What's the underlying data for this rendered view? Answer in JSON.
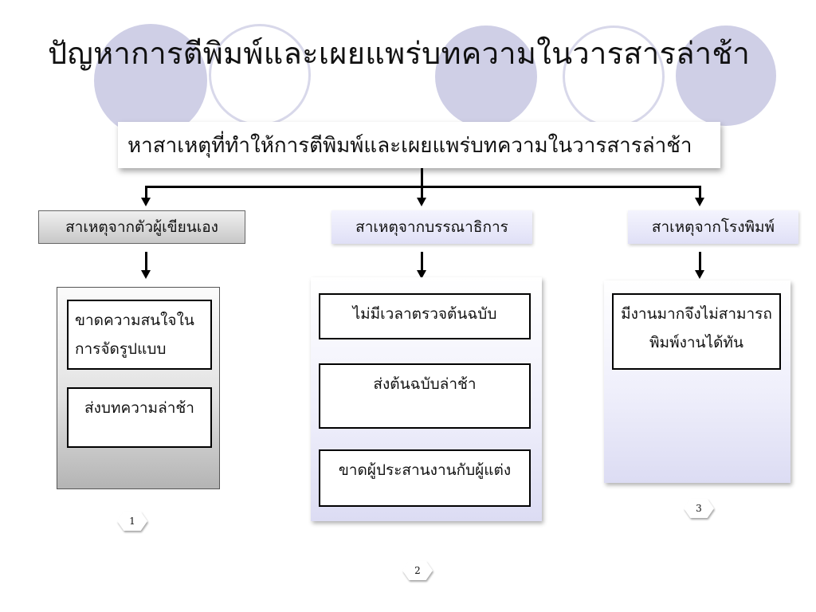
{
  "title": "ปัญหาการตีพิมพ์และเผยแพร่บทความในวารสารล่าช้า",
  "root": "หาสาเหตุที่ทำให้การตีพิมพ์และเผยแพร่บทความในวารสารล่าช้า",
  "branches": [
    {
      "label": "สาเหตุจากตัวผู้เขียนเอง",
      "items": [
        "ขาดความสนใจในการจัดรูปแบบ",
        "ส่งบทความล่าช้า"
      ],
      "number": "1"
    },
    {
      "label": "สาเหตุจากบรรณาธิการ",
      "items": [
        "ไม่มีเวลาตรวจต้นฉบับ",
        "ส่งต้นฉบับล่าช้า",
        "ขาดผู้ประสานงานกับผู้แต่ง"
      ],
      "number": "2"
    },
    {
      "label": "สาเหตุจากโรงพิมพ์",
      "items": [
        "มีงานมากจึงไม่สามารถพิมพ์งานได้ทัน"
      ],
      "number": "3"
    }
  ]
}
